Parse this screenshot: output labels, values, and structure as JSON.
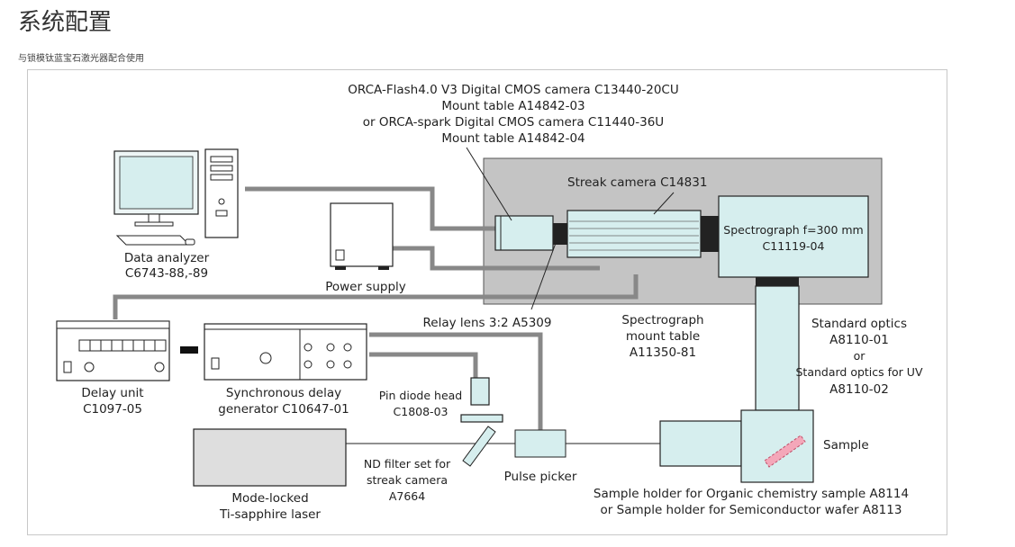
{
  "header": {
    "title": "系统配置",
    "subtitle": "与锁模钛蓝宝石激光器配合使用"
  },
  "diagram": {
    "camera_label_lines": [
      "ORCA-Flash4.0 V3 Digital CMOS camera C13440-20CU",
      "Mount table A14842-03",
      "or ORCA-spark Digital CMOS camera C11440-36U",
      "Mount table A14842-04"
    ],
    "streak_camera": "Streak camera C14831",
    "spectrograph": [
      "Spectrograph f=300 mm",
      "C11119-04"
    ],
    "data_analyzer": [
      "Data analyzer",
      "C6743-88,-89"
    ],
    "power_supply": "Power supply",
    "relay_lens": "Relay lens 3:2 A5309",
    "mount_table": [
      "Spectrograph",
      "mount table",
      "A11350-81"
    ],
    "standard_optics": [
      "Standard optics",
      "A8110-01",
      "or",
      "Standard optics for UV",
      "A8110-02"
    ],
    "delay_unit": [
      "Delay unit",
      "C1097-05"
    ],
    "sync_delay": [
      "Synchronous delay",
      "generator C10647-01"
    ],
    "pin_diode": [
      "Pin diode head",
      "C1808-03"
    ],
    "sample": "Sample",
    "nd_filter": [
      "ND filter set for",
      "streak camera",
      "A7664"
    ],
    "pulse_picker": "Pulse picker",
    "laser": [
      "Mode-locked",
      "Ti-sapphire laser"
    ],
    "sample_holder": [
      "Sample holder for Organic chemistry sample A8114",
      "or Sample holder for Semiconductor wafer A8113"
    ]
  }
}
